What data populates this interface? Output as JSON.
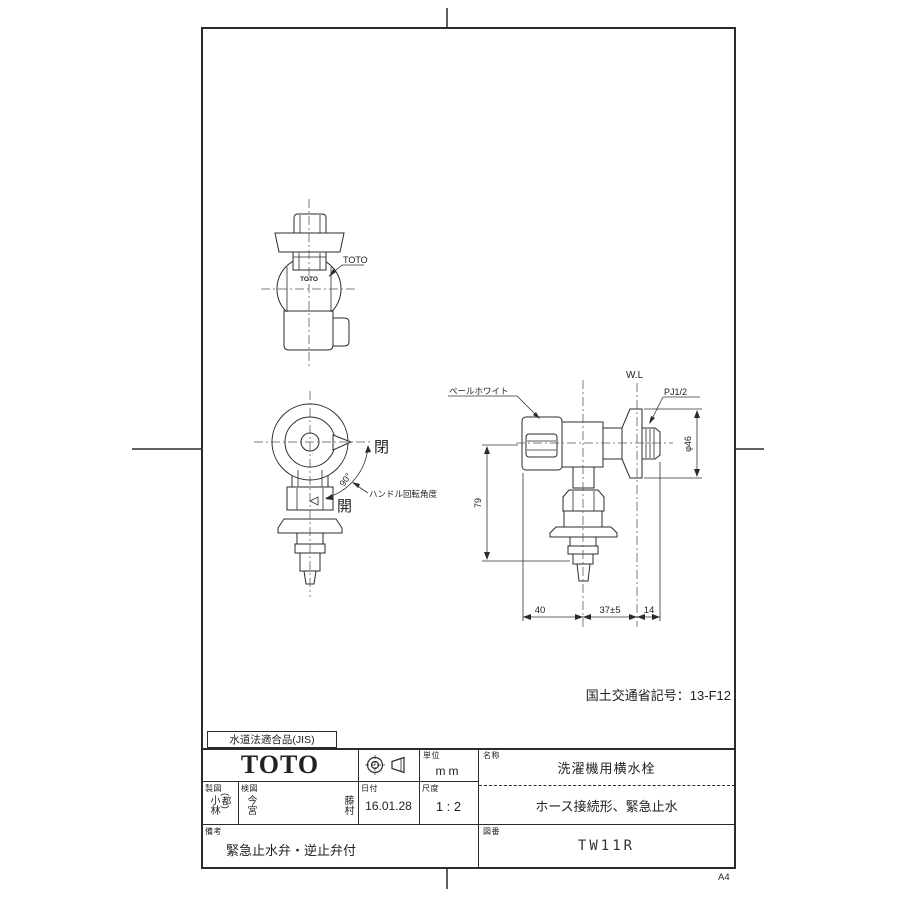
{
  "page": {
    "paper_size_label": "A4"
  },
  "front_view": {
    "brand_annotation": "TOTO",
    "brand_on_body": "TOTO"
  },
  "top_view": {
    "close_label": "閉",
    "open_label": "開",
    "angle_label": "90°",
    "rotation_note": "ハンドル回転角度"
  },
  "side_view": {
    "finish_note": "ペールホワイト",
    "wall_line_label": "W.L",
    "thread_label": "PJ1/2",
    "diameter_label": "φ46",
    "dim_height": "79",
    "dim_a": "40",
    "dim_b": "37±5",
    "dim_c": "14"
  },
  "ministry_code": "国土交通省記号：13-F12",
  "title_block": {
    "compliance_label": "水道法適合品(JIS)",
    "brand": "TOTO",
    "unit_label": "単位",
    "unit_value": "mm",
    "name_label": "名称",
    "product_name": "洗濯機用横水栓",
    "product_subtitle": "ホース接続形、緊急止水",
    "drafter_label": "製図",
    "drafter_name": "小林",
    "drafter_sub": "(都)",
    "checker_label": "検図",
    "checker_1": "今宮",
    "checker_2": "藤村",
    "date_label": "日付",
    "date_value": "16.01.28",
    "scale_label": "尺度",
    "scale_value": "1 : 2",
    "remarks_label": "備考",
    "remarks_value": "緊急止水弁・逆止弁付",
    "number_label": "図番",
    "number_value": "TW11R"
  }
}
